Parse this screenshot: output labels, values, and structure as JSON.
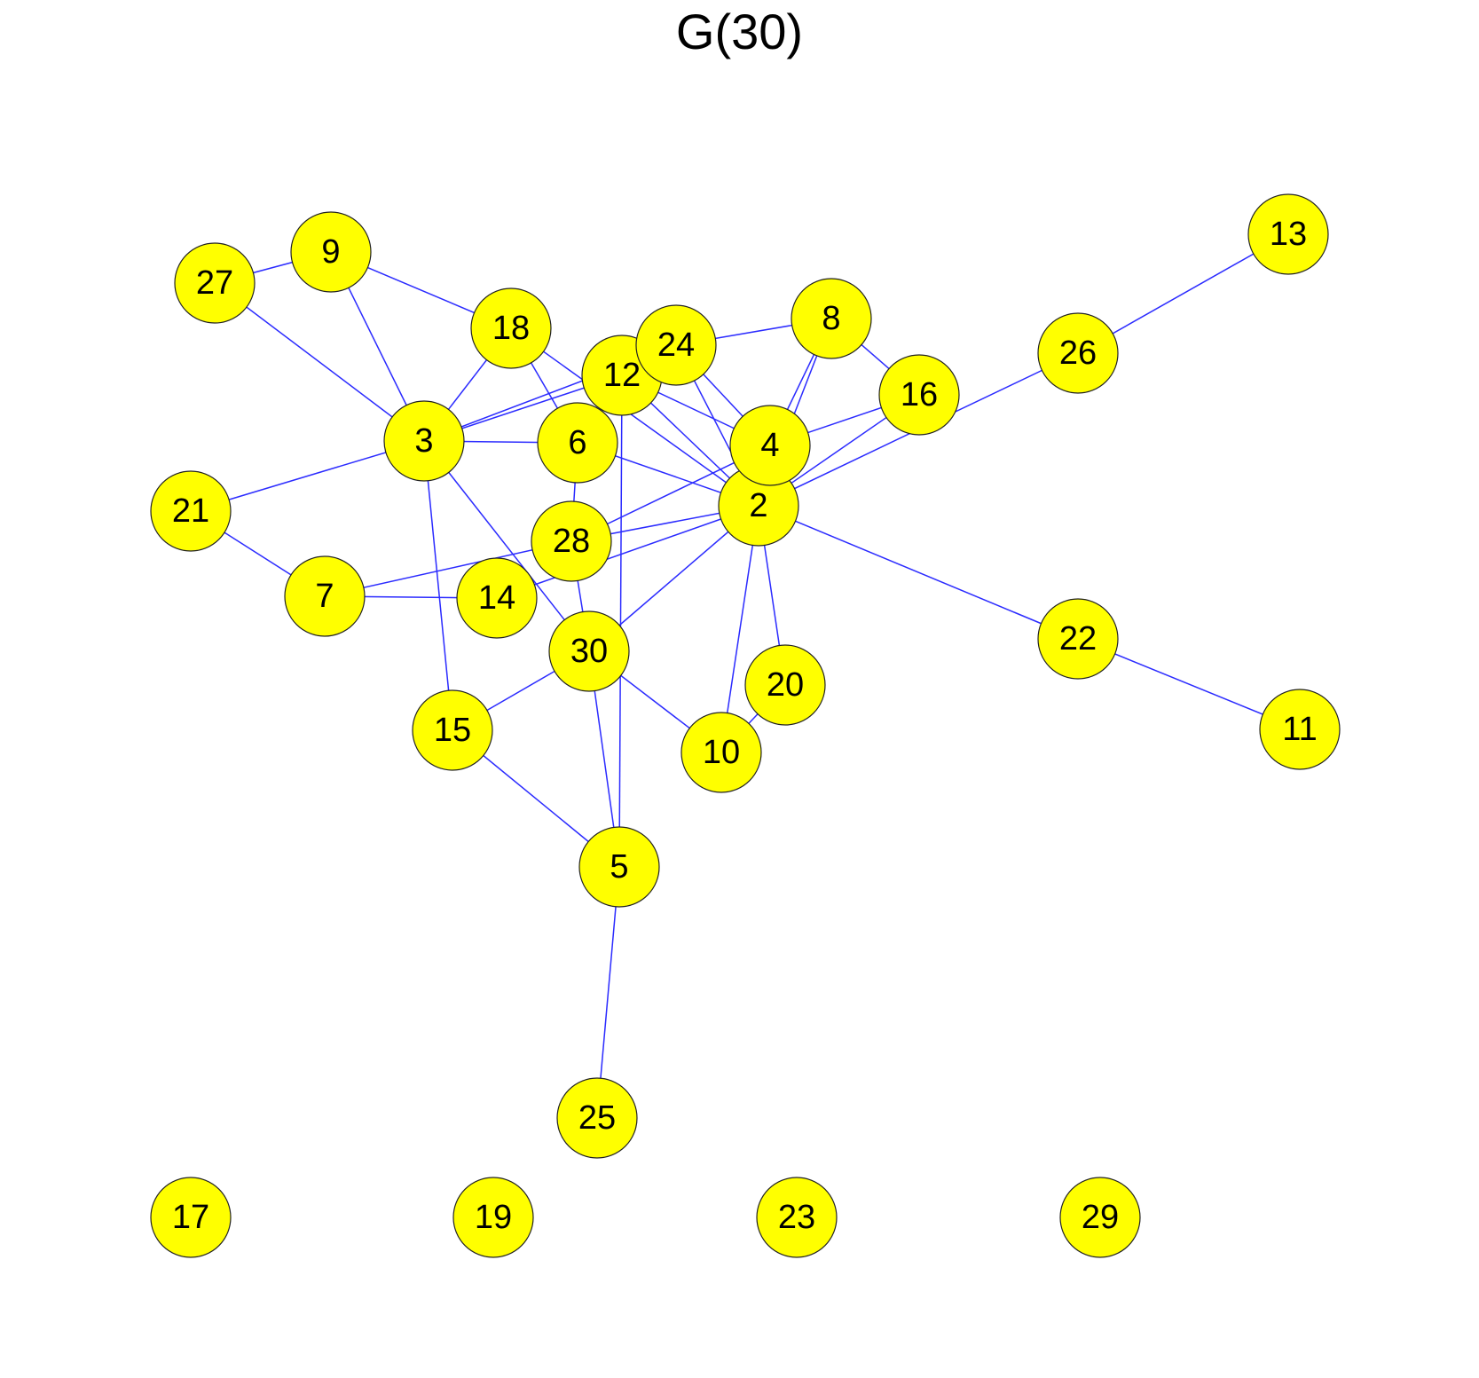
{
  "title": "G(30)",
  "colors": {
    "node_fill": "#ffff00",
    "node_stroke": "#222222",
    "edge": "#2b2bff",
    "label": "#000000"
  },
  "nodes": [
    {
      "id": "2",
      "label": "2"
    },
    {
      "id": "3",
      "label": "3"
    },
    {
      "id": "4",
      "label": "4"
    },
    {
      "id": "5",
      "label": "5"
    },
    {
      "id": "6",
      "label": "6"
    },
    {
      "id": "7",
      "label": "7"
    },
    {
      "id": "8",
      "label": "8"
    },
    {
      "id": "9",
      "label": "9"
    },
    {
      "id": "10",
      "label": "10"
    },
    {
      "id": "11",
      "label": "11"
    },
    {
      "id": "12",
      "label": "12"
    },
    {
      "id": "13",
      "label": "13"
    },
    {
      "id": "14",
      "label": "14"
    },
    {
      "id": "15",
      "label": "15"
    },
    {
      "id": "16",
      "label": "16"
    },
    {
      "id": "17",
      "label": "17"
    },
    {
      "id": "18",
      "label": "18"
    },
    {
      "id": "19",
      "label": "19"
    },
    {
      "id": "20",
      "label": "20"
    },
    {
      "id": "21",
      "label": "21"
    },
    {
      "id": "22",
      "label": "22"
    },
    {
      "id": "23",
      "label": "23"
    },
    {
      "id": "24",
      "label": "24"
    },
    {
      "id": "25",
      "label": "25"
    },
    {
      "id": "26",
      "label": "26"
    },
    {
      "id": "27",
      "label": "27"
    },
    {
      "id": "28",
      "label": "28"
    },
    {
      "id": "29",
      "label": "29"
    },
    {
      "id": "30",
      "label": "30"
    }
  ],
  "edges": [
    [
      "27",
      "9"
    ],
    [
      "27",
      "3"
    ],
    [
      "9",
      "3"
    ],
    [
      "9",
      "18"
    ],
    [
      "18",
      "3"
    ],
    [
      "18",
      "6"
    ],
    [
      "18",
      "2"
    ],
    [
      "3",
      "6"
    ],
    [
      "3",
      "12"
    ],
    [
      "3",
      "24"
    ],
    [
      "3",
      "21"
    ],
    [
      "3",
      "15"
    ],
    [
      "3",
      "30"
    ],
    [
      "21",
      "7"
    ],
    [
      "7",
      "14"
    ],
    [
      "7",
      "28"
    ],
    [
      "12",
      "2"
    ],
    [
      "12",
      "4"
    ],
    [
      "12",
      "5"
    ],
    [
      "24",
      "8"
    ],
    [
      "24",
      "2"
    ],
    [
      "24",
      "4"
    ],
    [
      "8",
      "16"
    ],
    [
      "8",
      "4"
    ],
    [
      "8",
      "2"
    ],
    [
      "16",
      "4"
    ],
    [
      "16",
      "2"
    ],
    [
      "6",
      "2"
    ],
    [
      "6",
      "28"
    ],
    [
      "4",
      "2"
    ],
    [
      "4",
      "28"
    ],
    [
      "2",
      "26"
    ],
    [
      "2",
      "22"
    ],
    [
      "2",
      "28"
    ],
    [
      "2",
      "14"
    ],
    [
      "2",
      "30"
    ],
    [
      "2",
      "20"
    ],
    [
      "2",
      "10"
    ],
    [
      "26",
      "13"
    ],
    [
      "22",
      "11"
    ],
    [
      "28",
      "30"
    ],
    [
      "30",
      "15"
    ],
    [
      "30",
      "10"
    ],
    [
      "30",
      "5"
    ],
    [
      "15",
      "5"
    ],
    [
      "5",
      "25"
    ],
    [
      "10",
      "20"
    ]
  ]
}
